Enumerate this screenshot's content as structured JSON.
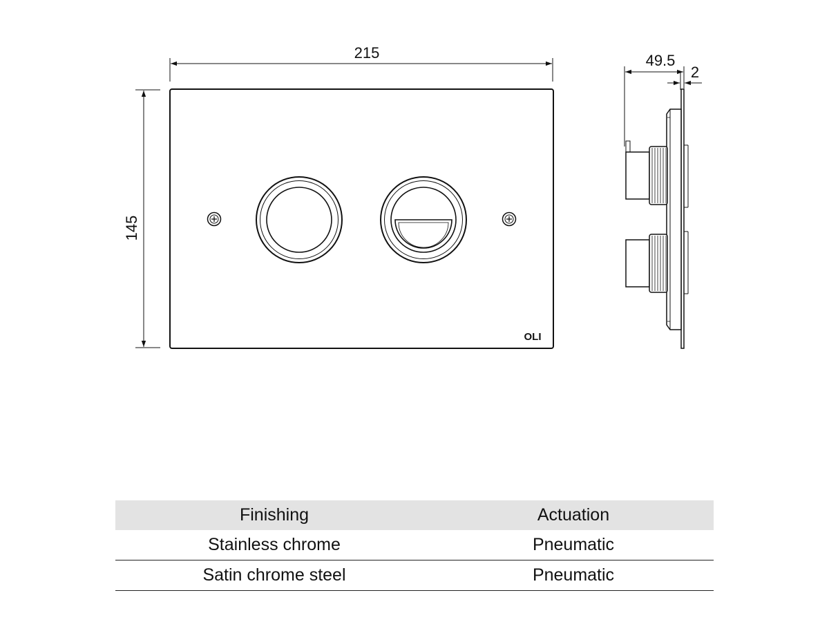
{
  "dimensions": {
    "width": "215",
    "height": "145",
    "depth": "49.5",
    "plate_thickness": "2"
  },
  "brand_logo": "OLI",
  "table": {
    "headers": [
      "Finishing",
      "Actuation"
    ],
    "rows": [
      [
        "Stainless chrome",
        "Pneumatic"
      ],
      [
        "Satin chrome steel",
        "Pneumatic"
      ]
    ]
  }
}
